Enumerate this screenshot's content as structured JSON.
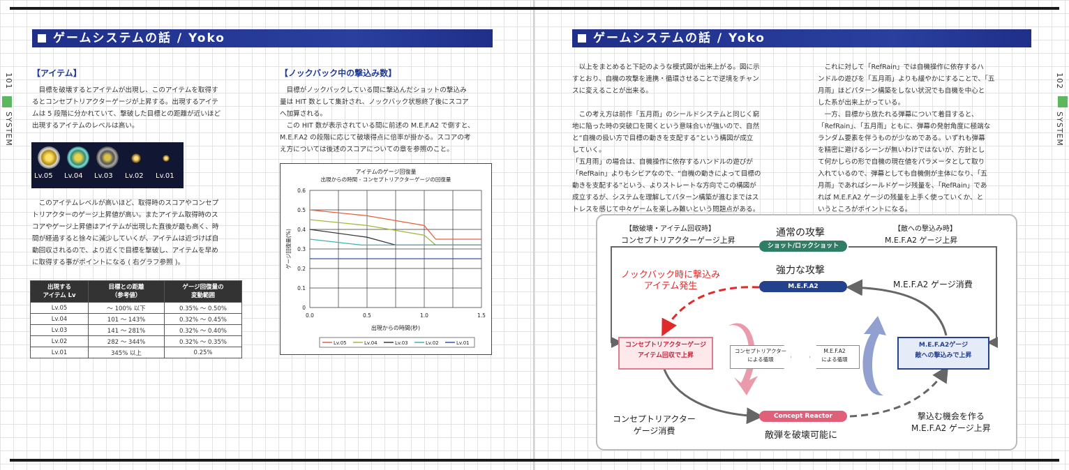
{
  "band_title": "ゲームシステムの話 / Yoko",
  "left_page": {
    "page_num": "101",
    "side_label": "SYSTEM",
    "items_heading": "【アイテム】",
    "items_para": [
      "目標を破壊するとアイテムが出現し、このアイテムを取得す",
      "るとコンセプトリアクターゲージが上昇する。出現するアイテ",
      "ムは 5 段階に分かれていて、撃破した目標との距離が近いほど",
      "出現するアイテムのレベルは高い。"
    ],
    "item_labels": [
      "Lv.05",
      "Lv.04",
      "Lv.03",
      "Lv.02",
      "Lv.01"
    ],
    "items_para2": [
      "このアイテムレベルが高いほど、取得時のスコアやコンセプ",
      "トリアクターのゲージ上昇値が高い。またアイテム取得時のス",
      "コアやゲージ上昇値はアイテムが出現した直後が最も高く、時",
      "間が経過すると徐々に減少していくが、アイテムは近づけば自",
      "動回収されるので、より近くで目標を撃破し、アイテムを早め",
      "に取得する事がポイントになる ( 右グラフ参照 )。"
    ],
    "table": {
      "headers": [
        "出現する\nアイテム Lv",
        "目標との距離\n（参考値）",
        "ゲージ回復量の\n変動範囲"
      ],
      "rows": [
        [
          "Lv.05",
          "〜 100% 以下",
          "0.35% 〜 0.50%"
        ],
        [
          "Lv.04",
          "101 〜 143%",
          "0.32% 〜 0.45%"
        ],
        [
          "Lv.03",
          "141 〜 281%",
          "0.32% 〜 0.40%"
        ],
        [
          "Lv.02",
          "282 〜 344%",
          "0.32% 〜 0.35%"
        ],
        [
          "Lv.01",
          "345% 以上",
          "0.25%"
        ]
      ]
    },
    "kb_heading": "【ノックバック中の撃込み数】",
    "kb_para": [
      "目標がノックバックしている間に撃込んだショットの撃込み",
      "量は HIT 数として集計され、ノックバック状態終了後にスコア",
      "へ加算される。",
      "この HIT 数が表示されている間に前述の M.E.F.A2 で倒すと、",
      "M.E.F.A2 の段階に応じて破壊得点に倍率が掛かる。スコアの考",
      "え方については後述のスコアについての章を参照のこと。"
    ]
  },
  "chart_data": {
    "type": "line",
    "title": "アイテムのゲージ回復量",
    "subtitle": "出現からの時間 - コンセプトリアクターゲージの回復量",
    "xlabel": "出現からの時間(秒)",
    "ylabel": "ゲージ回復量(%)",
    "xlim": [
      0,
      1.5
    ],
    "ylim": [
      0,
      0.6
    ],
    "xticks": [
      "0.0",
      "0.5",
      "1.0",
      "1.5"
    ],
    "yticks": [
      "0",
      "0.1",
      "0.2",
      "0.3",
      "0.4",
      "0.5",
      "0.6"
    ],
    "grid": true,
    "legend": "bottom",
    "series": [
      {
        "name": "Lv.05",
        "color": "#e8603c",
        "x": [
          0,
          0.5,
          1.0,
          1.1,
          1.5
        ],
        "y": [
          0.5,
          0.47,
          0.42,
          0.35,
          0.35
        ]
      },
      {
        "name": "Lv.04",
        "color": "#9cbb3a",
        "x": [
          0,
          0.5,
          1.0,
          1.1,
          1.5
        ],
        "y": [
          0.45,
          0.42,
          0.37,
          0.32,
          0.32
        ]
      },
      {
        "name": "Lv.03",
        "color": "#3a3a3a",
        "x": [
          0,
          0.5,
          0.75,
          1.5
        ],
        "y": [
          0.4,
          0.36,
          0.32,
          0.32
        ]
      },
      {
        "name": "Lv.02",
        "color": "#3bb3b8",
        "x": [
          0,
          0.45,
          1.5
        ],
        "y": [
          0.35,
          0.32,
          0.32
        ]
      },
      {
        "name": "Lv.01",
        "color": "#2e57a8",
        "x": [
          0,
          1.5
        ],
        "y": [
          0.25,
          0.25
        ]
      }
    ]
  },
  "right_page": {
    "page_num": "102",
    "side_label": "SYSTEM",
    "col1": [
      "以上をまとめると下記のような模式図が出来上がる。図に示",
      "すとおり、自機の攻撃を連携・循環させることで逆境をチャン",
      "スに変えることが出来る。",
      "",
      "この考え方は前作「五月雨」のシールドシステムと同じく窮",
      "地に陥った時の突破口を開くという意味合いが強いので、自然",
      "と“自機の扱い方で目標の動きを支配する”という構図が成立",
      "していく。",
      "「五月雨」の場合は、自機操作に依存するハンドルの遊びが",
      "「RefRain」よりもシビアなので、“自機の動きによって目標の",
      "動きを支配する”という、よりストレートな方向でこの構図が",
      "成立するが、システムを理解してパターン構築が進むまではス",
      "トレスを感じて中々ゲームを楽しみ難いという問題点がある。"
    ],
    "col2": [
      "これに対して「RefRain」では自機操作に依存するハ",
      "ンドルの遊びを「五月雨」よりも緩やかにすることで、「五",
      "月雨」ほどパターン構築をしない状況でも自機を中心と",
      "した系が出来上がっている。",
      "一方、目標から放たれる弾幕について着目すると、",
      "「RefRain」、「五月雨」ともに、弾幕の発射角度に極端な",
      "ランダム要素を伴うものが少なめである。いずれも弾幕",
      "を精密に避けるシーンが無いわけではないが、方針とし",
      "て何かしらの形で自機の現在値をパラメータとして取り",
      "入れているので、弾幕としても自機側が主体になり、「五",
      "月雨」であればシールドゲージ残量を、「RefRain」であ",
      "れば M.E.F.A2 ゲージの残量を上手く使っていくか、と",
      "いうところがポイントになる。"
    ]
  },
  "diagram": {
    "left_top_head": "【敵破壊・アイテム回収時】",
    "left_top_sub": "コンセプトリアクターゲージ上昇",
    "right_top_head": "【敵への撃込み時】",
    "right_top_sub": "M.E.F.A2 ゲージ上昇",
    "normal_attack": "通常の攻撃",
    "normal_pill": "ショット/ロックショット",
    "strong_attack": "強力な攻撃",
    "mefa_pill": "M.E.F.A2",
    "knockback_red": "ノックバック時に撃込み\nアイテム発生",
    "mefa_consume": "M.E.F.A2 ゲージ消費",
    "cr_box": "コンセプトリアクターゲージ\nアイテム回収で上昇",
    "cr_mini": "コンセプトリアクター\nによる循環",
    "mefa_mini": "M.E.F.A2\nによる循環",
    "mefa_box": "M.E.F.A2ゲージ\n敵への撃込みで上昇",
    "cr_consume": "コンセプトリアクター\nゲージ消費",
    "cr_pill": "Concept Reactor",
    "destroy": "敵弾を破壊可能に",
    "chance": "撃込む機会を作る\nM.E.F.A2 ゲージ上昇"
  }
}
